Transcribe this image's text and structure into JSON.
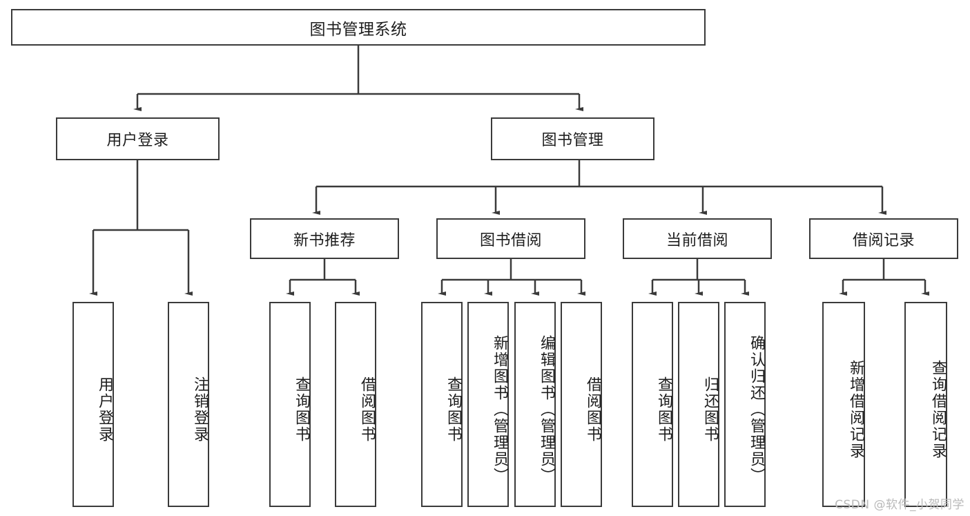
{
  "diagram": {
    "type": "tree",
    "title": "图书管理系统",
    "root": {
      "label": "图书管理系统"
    },
    "level2": [
      {
        "label": "用户登录"
      },
      {
        "label": "图书管理"
      }
    ],
    "level3": [
      {
        "label": "新书推荐"
      },
      {
        "label": "图书借阅"
      },
      {
        "label": "当前借阅"
      },
      {
        "label": "借阅记录"
      }
    ],
    "leaves": {
      "user_login": [
        {
          "label": "用户登录"
        },
        {
          "label": "注销登录"
        }
      ],
      "new_book_recommend": [
        {
          "label": "查询图书"
        },
        {
          "label": "借阅图书"
        }
      ],
      "book_borrow": [
        {
          "label": "查询图书"
        },
        {
          "label": "新增图书（管理员）"
        },
        {
          "label": "编辑图书（管理员）"
        },
        {
          "label": "借阅图书"
        }
      ],
      "current_borrow": [
        {
          "label": "查询图书"
        },
        {
          "label": "归还图书"
        },
        {
          "label": "确认归还（管理员）"
        }
      ],
      "borrow_record": [
        {
          "label": "新增借阅记录"
        },
        {
          "label": "查询借阅记录"
        }
      ]
    }
  },
  "watermark": {
    "text": "CSDN @软件_小贺同学"
  },
  "colors": {
    "border": "#3a3a3a",
    "text": "#1d1d1d",
    "background": "#ffffff",
    "watermark": "#b9b9b9"
  }
}
